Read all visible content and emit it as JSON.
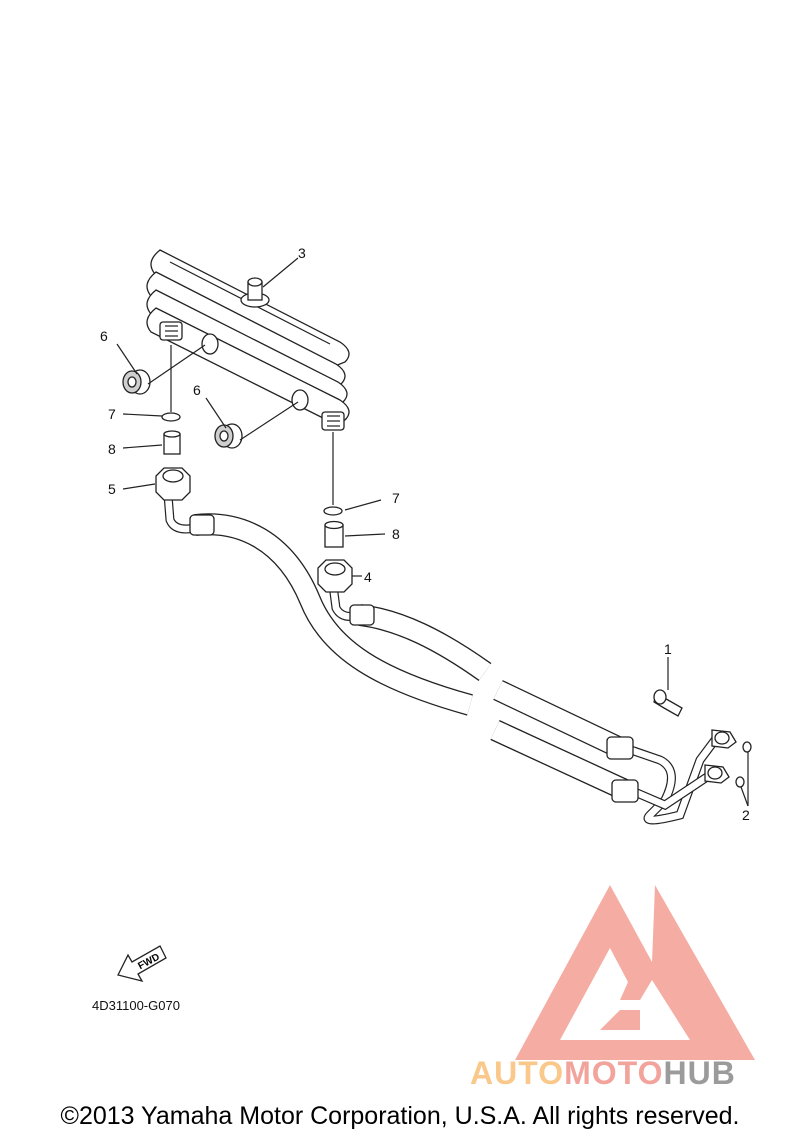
{
  "diagram": {
    "callouts": [
      {
        "id": "1",
        "text": "1"
      },
      {
        "id": "2",
        "text": "2"
      },
      {
        "id": "3",
        "text": "3"
      },
      {
        "id": "4",
        "text": "4"
      },
      {
        "id": "5",
        "text": "5"
      },
      {
        "id": "6a",
        "text": "6"
      },
      {
        "id": "6b",
        "text": "6"
      },
      {
        "id": "7a",
        "text": "7"
      },
      {
        "id": "7b",
        "text": "7"
      },
      {
        "id": "8a",
        "text": "8"
      },
      {
        "id": "8b",
        "text": "8"
      }
    ],
    "fwd_label": "FWD",
    "diagram_code": "4D31100-G070"
  },
  "watermark": {
    "part1": "AUTO",
    "part2": "MOTO",
    "part3": "HUB",
    "color_auto": "#f9c88a",
    "color_moto": "#f2a39c",
    "color_hub": "#9b9b9b",
    "logo_color": "#f4a49a"
  },
  "footer": {
    "copyright": "©2013 Yamaha Motor Corporation, U.S.A. All rights reserved."
  }
}
